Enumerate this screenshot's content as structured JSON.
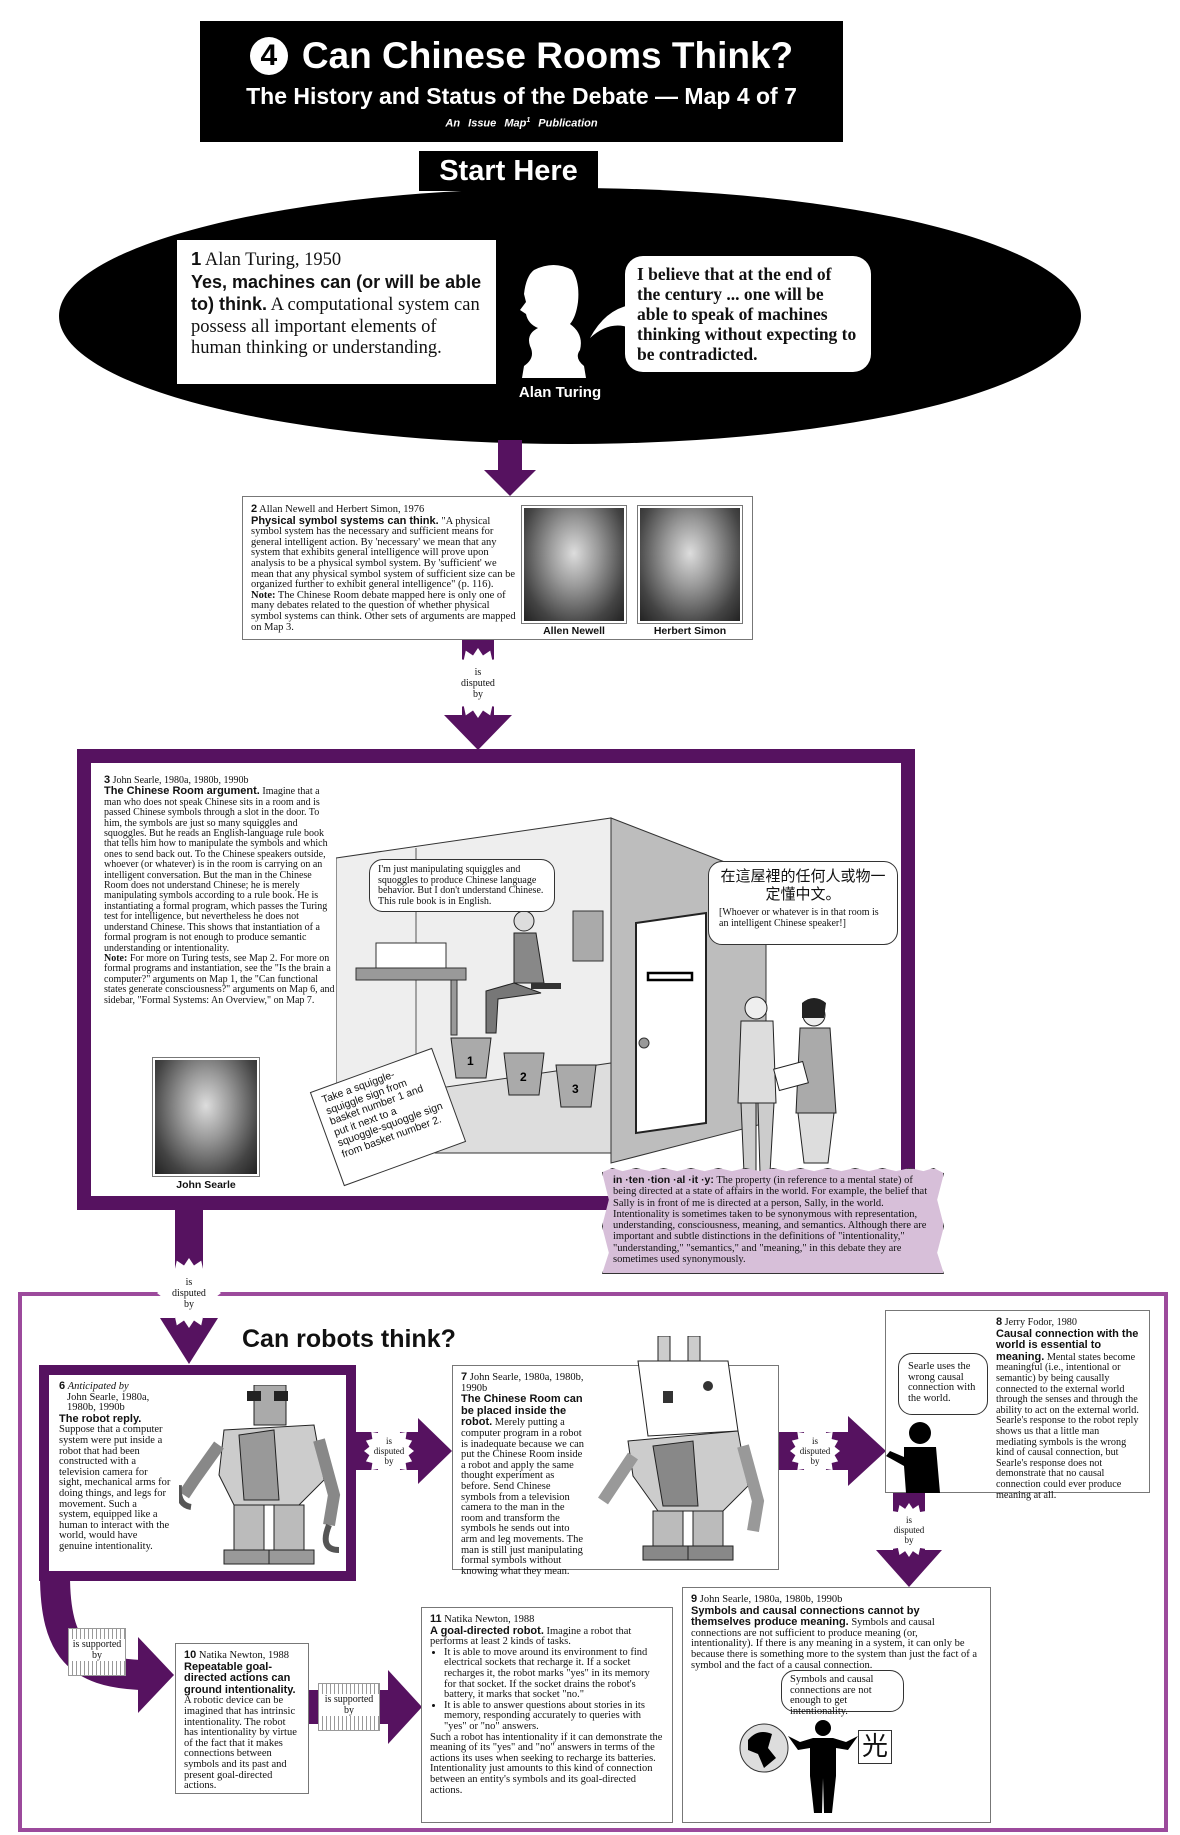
{
  "header": {
    "map_number": "4",
    "title": "Can Chinese Rooms Think?",
    "subtitle": "The History and Status of the Debate — Map 4 of 7",
    "tagline_pre": "An Issue Map",
    "tagline_sup": "1",
    "tagline_post": " Publication",
    "start_here": "Start Here"
  },
  "colors": {
    "dark_purple": "#561260",
    "light_purple": "#9c4a9c",
    "definition_bg": "#d7bfd9"
  },
  "claim1": {
    "number": "1",
    "author": " Alan Turing, 1950",
    "headline": "Yes, machines can (or will be able to) think.",
    "body": " A computational system can possess all important elements of human thinking or understanding.",
    "quote": "I believe that at the end of the century ... one will be able to speak of machines thinking without expecting to be contradicted.",
    "portrait_label": "Alan Turing"
  },
  "claim2": {
    "number": "2",
    "author": " Allan Newell and Herbert Simon, 1976",
    "headline": "Physical symbol systems can think.",
    "body": "  \"A physical symbol system has the necessary and sufficient means for general intelligent action. By 'necessary' we mean that any system that exhibits general intelligence will prove upon analysis to be a physical symbol system. By 'sufficient' we mean that any physical symbol system of sufficient size can be organized further to exhibit general intelligence\" (p. 116).",
    "note_label": "Note:",
    "note": " The Chinese Room debate mapped here is only one of many debates related to the question of whether physical symbol systems can think. Other sets of arguments are mapped on Map 3.",
    "photo_labels": [
      "Allen Newell",
      "Herbert Simon"
    ]
  },
  "claim3": {
    "number": "3",
    "author": " John Searle, 1980a, 1980b, 1990b",
    "headline": "The Chinese Room argument.",
    "body": "  Imagine that a man who does not speak Chinese sits in a room and is passed Chinese symbols through a slot in the door. To him, the symbols are just so many squiggles and squoggles. But he reads an English-language rule book that tells him how to manipulate the symbols and which ones to send back out. To the Chinese speakers outside, whoever (or whatever) is in the room is carrying on an intelligent conversation. But the man in the Chinese Room does not understand Chinese; he is merely manipulating symbols according to a rule book. He is instantiating a formal program, which passes the Turing test for intelligence, but nevertheless he does not understand Chinese. This shows that instantiation of a formal program is not enough to produce semantic understanding or intentionality.",
    "note_label": "Note:",
    "note": " For more on Turing tests, see Map 2. For more on formal programs and instantiation, see the \"Is the brain a computer?\" arguments on Map 1, the \"Can functional states generate consciousness?\" arguments on Map 6, and sidebar, \"Formal Systems: An Overview,\" on Map 7.",
    "photo_label": "John Searle",
    "man_bubble": "I'm just manipulating squiggles and squoggles to produce Chinese language behavior. But I don't understand Chinese. This rule book is in English.",
    "outside_chinese": "在這屋裡的任何人或物一定懂中文。",
    "outside_translation": "[Whoever or whatever is in that room is an intelligent Chinese speaker!]",
    "rule_note": "Take a squiggle-squiggle sign from basket number 1 and put it next to a squoggle-squoggle sign from basket number 2.",
    "baskets": [
      "1",
      "2",
      "3"
    ]
  },
  "definition": {
    "term": "in ·ten ·tion ·al ·it ·y:",
    "text": "  The property (in reference to a mental state) of being directed at a state of affairs in the world. For example, the belief that Sally is in front of me is directed at a person, Sally, in the world. Intentionality is sometimes taken to be synonymous with representation, understanding, consciousness, meaning, and semantics. Although there are important and subtle distinctions in the definitions of \"intentionality,\" \"understanding,\" \"semantics,\" and \"meaning,\" in this debate they are sometimes used synonymously."
  },
  "links": {
    "disputed": [
      "is",
      "disputed",
      "by"
    ],
    "supported": "is supported by"
  },
  "robots": {
    "title": "Can robots think?",
    "claim6": {
      "number": "6",
      "author_label": "Anticipated by",
      "author": "John Searle, 1980a, 1980b, 1990b",
      "headline": "The robot reply.",
      "body": "Suppose that a computer system were put inside a robot that had been constructed with a television camera for sight, mechanical arms for doing things, and legs for movement. Such a system, equipped like a human to interact with the world, would have genuine intentionality."
    },
    "claim7": {
      "number": "7",
      "author": " John Searle, 1980a, 1980b, 1990b",
      "headline": "The Chinese Room can be placed inside the robot.",
      "body": " Merely putting a computer program in a robot is inadequate because we can put the Chinese Room inside a robot and apply the same thought experiment as before. Send Chinese symbols from a television camera to the man in the room and transform the symbols he sends out into arm and leg movements. The man is still just manipulating formal symbols without knowing what they mean."
    },
    "claim8": {
      "number": "8",
      "author": " Jerry Fodor, 1980",
      "headline": "Causal connection with the world is essential to meaning.",
      "body": " Mental states become meaningful (i.e., intentional or semantic) by being causally connected to the external world through the senses and through the ability to act on the external world. Searle's response to the robot reply shows us that a little man mediating symbols is the wrong kind of causal connection, but Searle's response does not demonstrate that no causal connection could ever produce meaning at all.",
      "bubble": "Searle uses the wrong causal connection with the world."
    },
    "claim9": {
      "number": "9",
      "author": " John Searle, 1980a, 1980b, 1990b",
      "headline": "Symbols and causal connections cannot by themselves produce meaning.",
      "body": "  Symbols and causal connections are not sufficient to produce meaning (or, intentionality). If there is any meaning in a system, it can only be because there is something more to the system than just the fact of a symbol and the fact of a causal connection.",
      "bubble": "Symbols and causal connections are not enough to get intentionality.",
      "symbol": "光"
    },
    "claim10": {
      "number": "10",
      "author": " Natika Newton, 1988",
      "headline": "Repeatable goal-directed actions can ground intentionality.",
      "body": " A robotic device can be imagined that has intrinsic intentionality. The robot has intentionality by virtue of the fact that it makes connections between symbols and its past and present goal-directed actions."
    },
    "claim11": {
      "number": "11",
      "author": " Natika Newton, 1988",
      "headline": "A goal-directed robot.",
      "intro": "  Imagine a robot that performs at least 2 kinds of tasks.",
      "bullets": [
        "It is able to move around its environment to find electrical sockets that recharge it. If a socket recharges it, the robot marks \"yes\" in its memory for that socket. If the socket drains the robot's battery, it marks that socket \"no.\"",
        "It is able to answer questions about stories in its memory, responding accurately to queries with \"yes\" or \"no\" answers."
      ],
      "conclusion": "Such a robot has intentionality if it can demonstrate the meaning of its \"yes\" and \"no\" answers in terms of the actions its uses when seeking to recharge its batteries. Intentionality just amounts to this kind of connection between an entity's symbols and its goal-directed actions."
    }
  }
}
